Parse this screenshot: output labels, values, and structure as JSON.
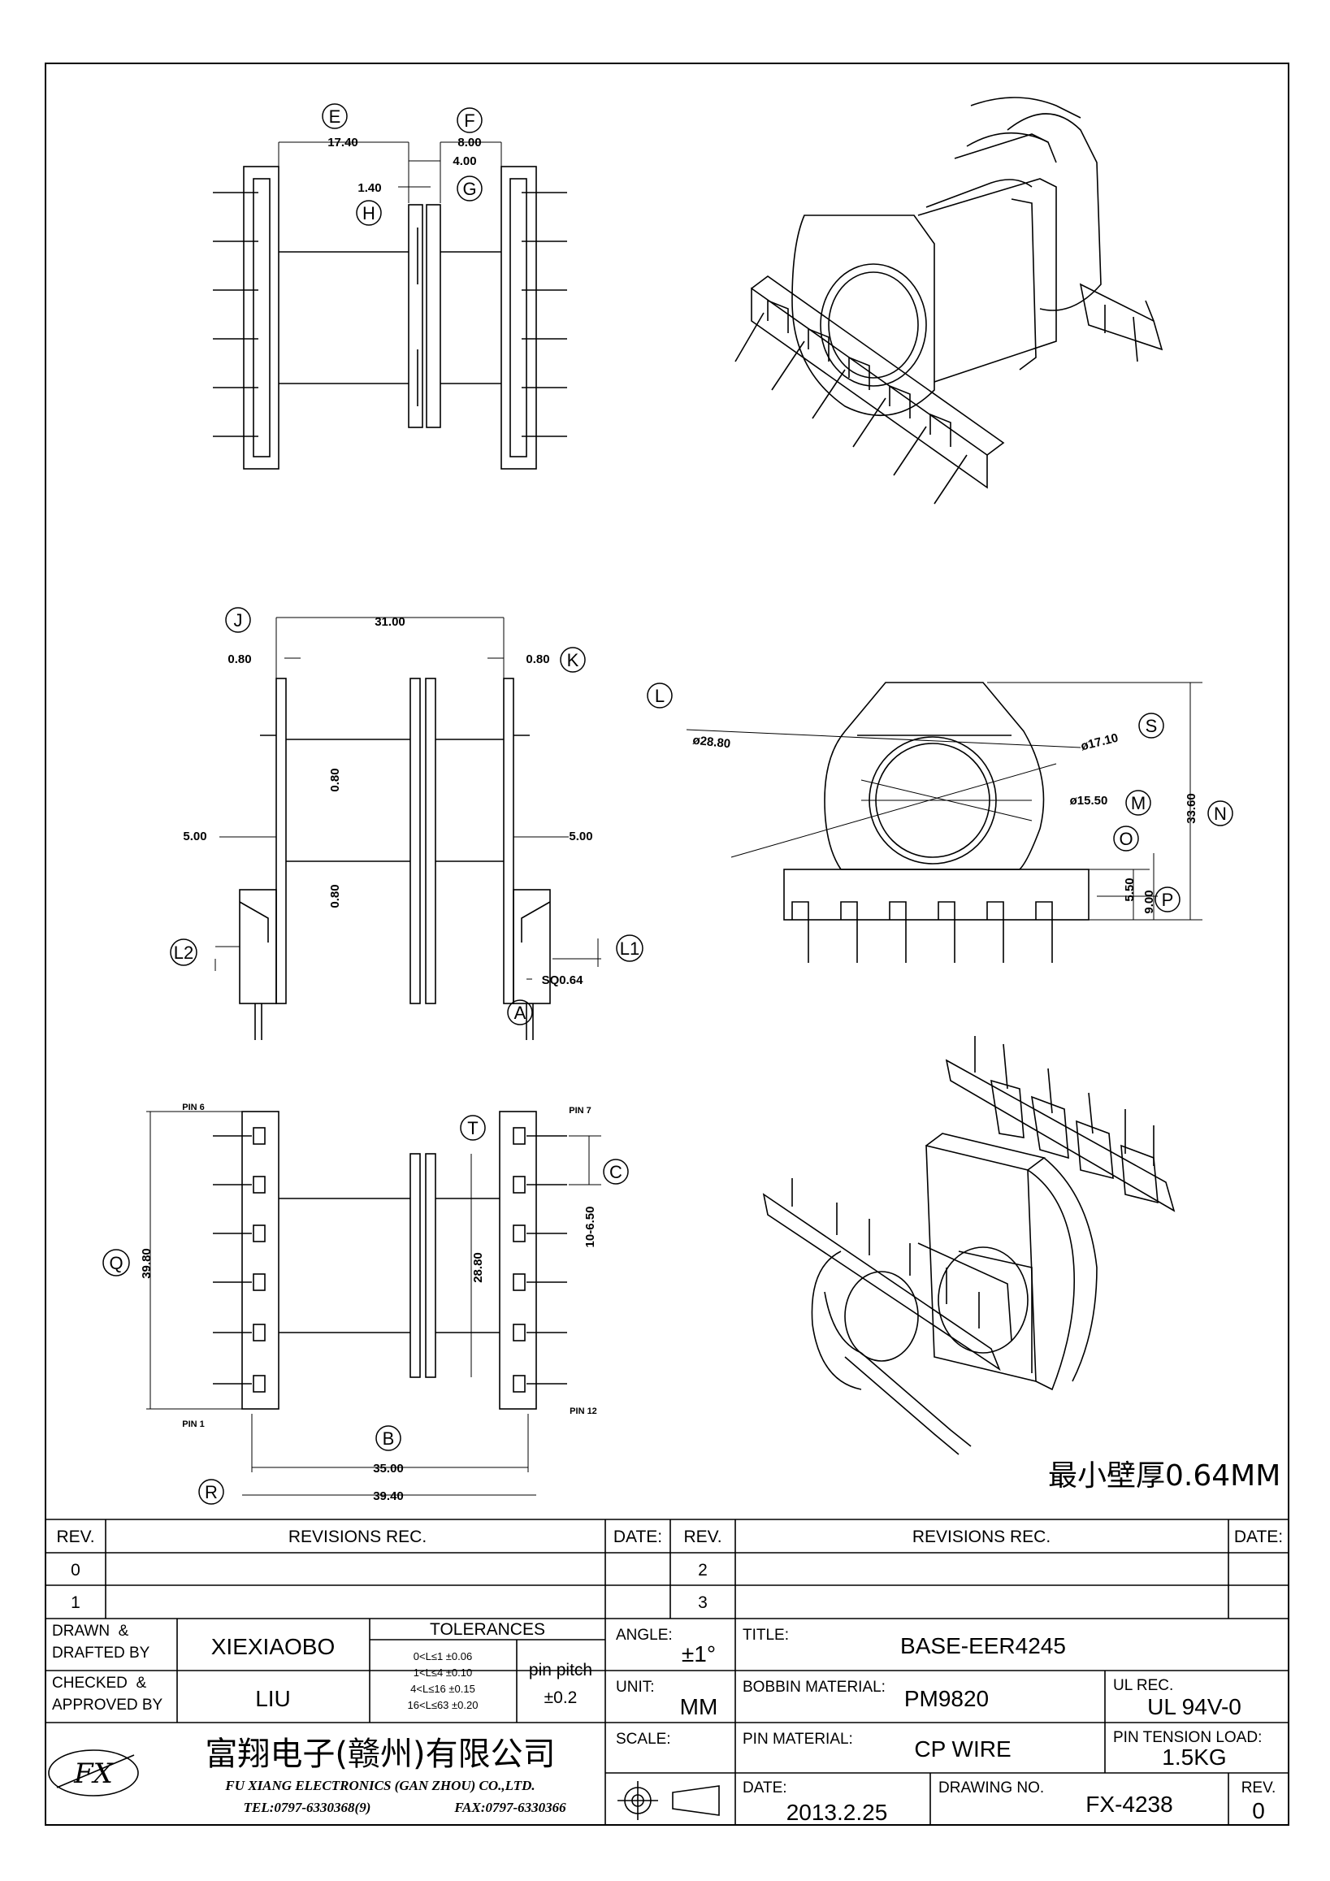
{
  "dimensions": {
    "E": "17.40",
    "F": "8.00",
    "G": "4.00",
    "H": "1.40",
    "J": "31.00",
    "K": "0.80",
    "J_left": "0.80",
    "inner_upper": "0.80",
    "inner_lower": "0.80",
    "side_left": "5.00",
    "side_right": "5.00",
    "A": "SQ0.64",
    "L": "ø28.80",
    "S": "ø17.10",
    "M": "ø15.50",
    "N": "33.60",
    "O": "5.50",
    "P": "9.00",
    "Q": "39.80",
    "T": "28.80",
    "C": "10-6.50",
    "B": "35.00",
    "R": "39.40"
  },
  "callouts": [
    "E",
    "F",
    "G",
    "H",
    "J",
    "K",
    "L1",
    "L2",
    "A",
    "L",
    "S",
    "M",
    "N",
    "O",
    "P",
    "Q",
    "T",
    "C",
    "B",
    "R"
  ],
  "pin_labels": {
    "pin6": "PIN 6",
    "pin7": "PIN 7",
    "pin1": "PIN 1",
    "pin12": "PIN 12"
  },
  "note": "最小壁厚0.64MM",
  "title_block": {
    "rev_header": "REV.",
    "revisions_header": "REVISIONS   REC.",
    "date_header": "DATE:",
    "rev_rows_left": [
      "0",
      "1"
    ],
    "rev_rows_right": [
      "2",
      "3"
    ],
    "drawn_label": "DRAWN  &\nDRAFTED BY",
    "drawn_value": "XIEXIAOBO",
    "checked_label": "CHECKED  &\nAPPROVED BY",
    "checked_value": "LIU",
    "tolerances_header": "TOLERANCES",
    "tolerances": [
      "0<L≤1   ±0.06",
      "1<L≤4   ±0.10",
      "4<L≤16  ±0.15",
      "16<L≤63 ±0.20"
    ],
    "pin_pitch_label": "pin pitch",
    "pin_pitch_value": "±0.2",
    "angle_label": "ANGLE:",
    "angle_value": "±1°",
    "unit_label": "UNIT:",
    "unit_value": "MM",
    "scale_label": "SCALE:",
    "title_label": "TITLE:",
    "title_value": "BASE-EER4245",
    "bobbin_label": "BOBBIN MATERIAL:",
    "bobbin_value": "PM9820",
    "ul_label": "UL REC.",
    "ul_value": "UL 94V-0",
    "pinmat_label": "PIN MATERIAL:",
    "pinmat_value": "CP WIRE",
    "tension_label": "PIN TENSION LOAD:",
    "tension_value": "1.5KG",
    "date_label": "DATE:",
    "date_value": "2013.2.25",
    "drawing_label": "DRAWING NO.",
    "drawing_value": "FX-4238",
    "rev_label": "REV.",
    "rev_value": "0",
    "company_cn": "富翔电子(赣州)有限公司",
    "company_en": "FU XIANG ELECTRONICS (GAN ZHOU) CO.,LTD.",
    "tel": "TEL:0797-6330368(9)",
    "fax": "FAX:0797-6330366",
    "logo": "FX"
  }
}
